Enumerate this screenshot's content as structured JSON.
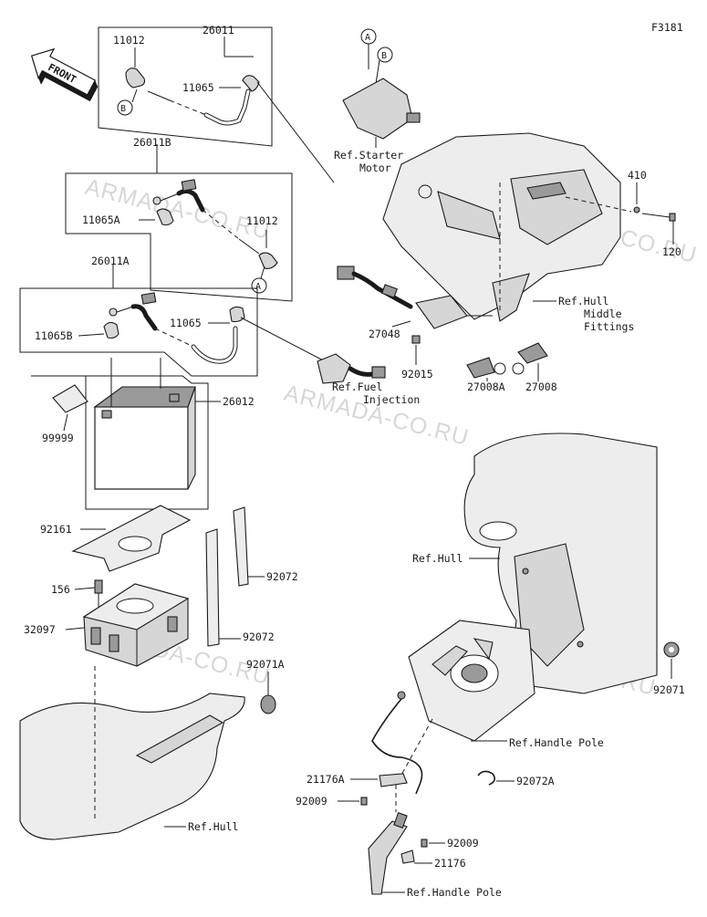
{
  "figure_code": "F3181",
  "front_label": "FRONT",
  "watermark": "ARMADA-CO.RU",
  "callouts": {
    "a1": "A",
    "a2": "A",
    "b1": "B",
    "b2": "B"
  },
  "labels": {
    "p26011": "26011",
    "p11012_top": "11012",
    "p11065_top": "11065",
    "p26011B": "26011B",
    "p11065A": "11065A",
    "p11012_mid": "11012",
    "p26011A": "26011A",
    "p11065B": "11065B",
    "p11065_mid": "11065",
    "p99999": "99999",
    "p26012": "26012",
    "p92161": "92161",
    "p156": "156",
    "p32097": "32097",
    "p92072_a": "92072",
    "p92072_b": "92072",
    "p92071A": "92071A",
    "ref_starter_1": "Ref.Starter",
    "ref_starter_2": "Motor",
    "p410": "410",
    "p120": "120",
    "ref_hull_mid_1": "Ref.Hull",
    "ref_hull_mid_2": "Middle",
    "ref_hull_mid_3": "Fittings",
    "p27048": "27048",
    "p92015": "92015",
    "p27008A": "27008A",
    "p27008": "27008",
    "ref_fuel_1": "Ref.Fuel",
    "ref_fuel_2": "Injection",
    "ref_hull_right": "Ref.Hull",
    "p92071": "92071",
    "ref_handle_pole_1": "Ref.Handle Pole",
    "p21176A": "21176A",
    "p92009_a": "92009",
    "p92072A": "92072A",
    "p92009_b": "92009",
    "p21176": "21176",
    "ref_handle_pole_2": "Ref.Handle Pole",
    "ref_hull_left": "Ref.Hull"
  }
}
